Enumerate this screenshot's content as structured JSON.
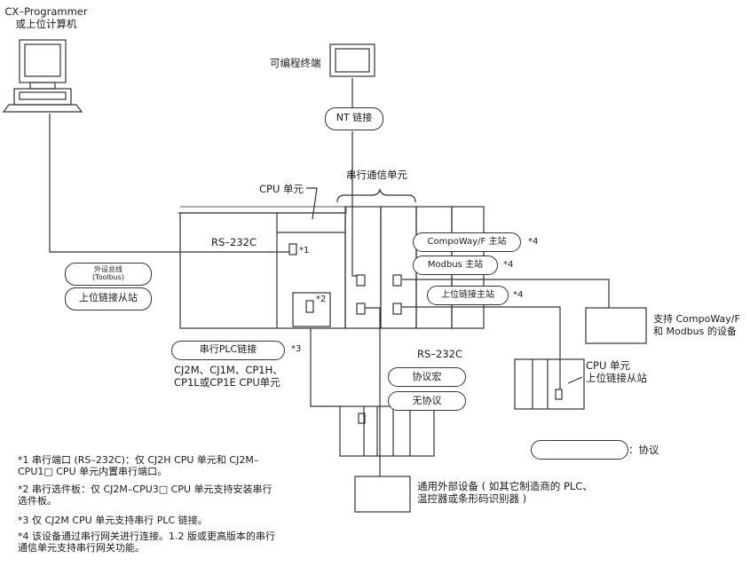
{
  "devices": {
    "pc_label": [
      "CX–Programmer",
      "或上位计算机"
    ],
    "terminal_label": "可编程终端",
    "nt_link": "NT 链接",
    "serial_comm_unit": "串行通信单元",
    "cpu_unit": "CPU 单元",
    "rs232c_cpu": "RS–232C",
    "mark1": "*1",
    "mark2": "*2",
    "mark3": "*3",
    "toolbus": [
      "外设总线",
      "(Toolbus)"
    ],
    "hostlink_slave_left": "上位链接从站",
    "serial_plc_link": "串行PLC链接",
    "cpu_models": [
      "CJ2M、CJ1M、CP1H、",
      "CP1L或CP1E CPU单元"
    ],
    "compoway_master": "CompoWay/F 主站",
    "modbus_master": "Modbus 主站",
    "hostlink_master": "上位链接主站",
    "mark4a": "*4",
    "mark4b": "*4",
    "mark4c": "*4",
    "compoway_modbus_devices": [
      "支持 CompoWay/F",
      "和 Modbus 的设备"
    ],
    "rs232c_unit": "RS–232C",
    "protocol_macro": "协议宏",
    "no_protocol": "无协议",
    "cpu_unit_right": [
      "CPU 单元",
      "上位链接从站"
    ],
    "legend_protocol": "：协议",
    "general_device": [
      "通用外部设备 ( 如其它制造商的 PLC、",
      "温控器或条形码识别器 )"
    ]
  },
  "notes": [
    [
      "*1 串行端口 (RS–232C)：仅 CJ2H CPU 单元和 CJ2M–",
      "       CPU1□ CPU 单元内置串行端口。"
    ],
    [
      "*2 串行选件板：仅 CJ2M–CPU3□ CPU 单元支持安装串行",
      "       选件板。"
    ],
    [
      "*3 仅 CJ2M CPU 单元支持串行 PLC 链接。"
    ],
    [
      "*4 该设备通过串行网关进行连接。1.2 版或更高版本的串行",
      "       通信单元支持串行网关功能。"
    ]
  ]
}
